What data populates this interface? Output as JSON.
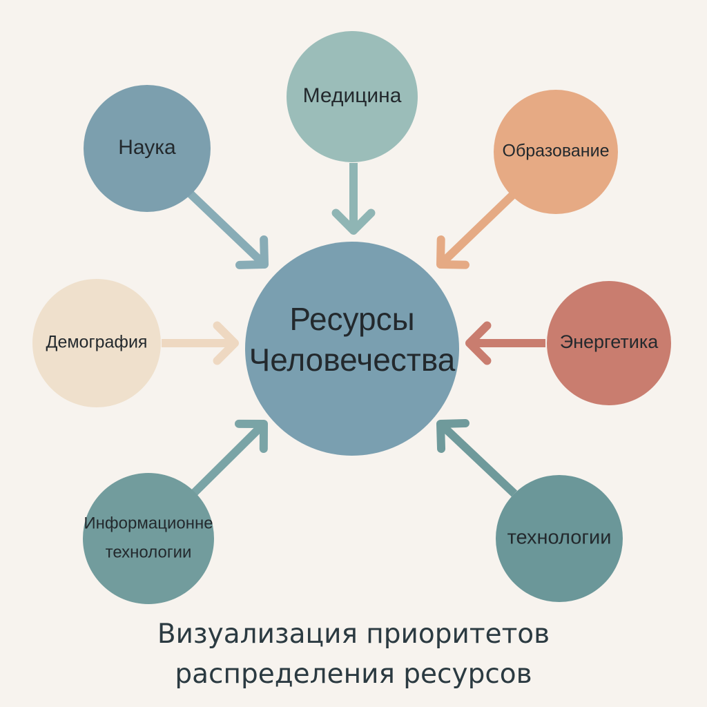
{
  "center": {
    "line1": "Ресурсы",
    "line2": "Человечества",
    "color": "#7a9fb0"
  },
  "nodes": [
    {
      "id": "science",
      "lines": [
        "Наука"
      ],
      "color": "#7c9fae",
      "arrow_color": "#88acb6"
    },
    {
      "id": "medicine",
      "lines": [
        "Медицина"
      ],
      "color": "#9bbdb9",
      "arrow_color": "#8fb5b4"
    },
    {
      "id": "education",
      "lines": [
        "Образование"
      ],
      "color": "#e6aa84",
      "arrow_color": "#e5aa84"
    },
    {
      "id": "demography",
      "lines": [
        "Демография"
      ],
      "color": "#efe0cc",
      "arrow_color": "#eed8c1"
    },
    {
      "id": "energy",
      "lines": [
        "Энергетика"
      ],
      "color": "#c97d6f",
      "arrow_color": "#c97d6f"
    },
    {
      "id": "information-technology",
      "lines": [
        "Информационне",
        "технологии"
      ],
      "color": "#729c9d",
      "arrow_color": "#7aa4a6"
    },
    {
      "id": "technology",
      "lines": [
        "технологии"
      ],
      "color": "#6b9799",
      "arrow_color": "#6f9a9b"
    }
  ],
  "title": {
    "line1": "Визуализация приоритетов",
    "line2": "распределения ресурсов"
  }
}
